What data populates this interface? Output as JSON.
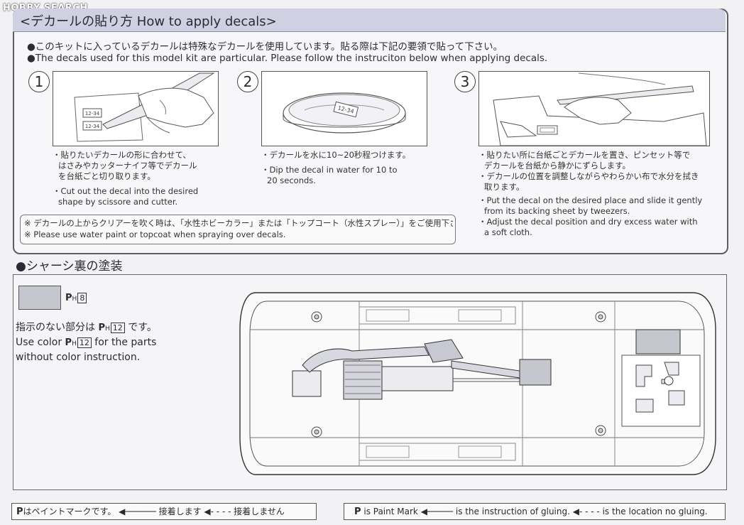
{
  "watermark": "HOBBY SEARCH",
  "decals": {
    "title": "<デカールの貼り方 How to apply decals>",
    "intro_jp": "●このキットに入っているデカールは特殊なデカールを使用しています。貼る際は下記の要領で貼って下さい。",
    "intro_en": "●The decals used for this model kit are particular. Please follow the instruciton below when applying decals.",
    "decal_label": "12-34",
    "steps": [
      {
        "num": "1",
        "jp": [
          "・貼りたいデカールの形に合わせて、",
          "はさみやカッターナイフ等でデカール",
          "を台紙ごと切り取ります。"
        ],
        "en": [
          "・Cut out the decal into the desired",
          "shape by scissore and cutter."
        ]
      },
      {
        "num": "2",
        "jp": [
          "・デカールを水に10~20秒程つけます。"
        ],
        "en": [
          "・Dip the decal in water for 10 to",
          "20 seconds."
        ]
      },
      {
        "num": "3",
        "jp": [
          "・貼りたい所に台紙ごとデカールを置き、ピンセット等で",
          "デカールを台紙から静かにずらします。",
          "・デカールの位置を調整しながらやわらかい布で水分を拭き",
          "取ります。"
        ],
        "en": [
          "・Put the decal on the desired place and slide it gently",
          "from its backing sheet by tweezers.",
          "・Adjust the decal position and dry excess water with",
          "a soft cloth."
        ]
      }
    ],
    "note_jp": "※ デカールの上からクリアーを吹く時は、「水性ホビーカラー」または「トップコート（水性スプレー）」をご使用下さい。",
    "note_en": "※ Please use water paint or topcoat when spraying over decals."
  },
  "chassis": {
    "title": "●シャーシ裏の塗装",
    "paint_mark": "P",
    "paint_sub": "H",
    "swatch_code": "8",
    "swatch_color": "#c6c6cf",
    "default_code": "12",
    "line1_pre": "指示のない部分は",
    "line1_post": "です。",
    "line2_pre": "Use color",
    "line2_post": "for the parts",
    "line3": "without color instruction."
  },
  "legend": {
    "mark": "P",
    "jp": {
      "paint": "はペイントマークです。",
      "glue": "接着します",
      "noglue": "接着しません"
    },
    "en": {
      "paint": "is Paint Mark",
      "glue": "is the instruction of gluing.",
      "noglue": "is the location no gluing."
    }
  }
}
